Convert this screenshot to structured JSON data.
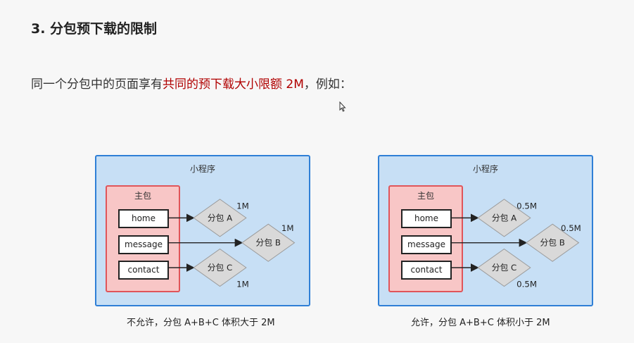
{
  "heading": "3. 分包预下载的限制",
  "sentence": {
    "prefix": "同一个分包中的页面享有",
    "highlight": "共同的预下载大小限额 2M",
    "suffix": "，例如："
  },
  "colors": {
    "highlight": "#b00000",
    "app_fill": "#c7dff5",
    "app_border": "#2f7fd6",
    "main_fill": "#f8c6c6",
    "main_border": "#e0555a",
    "subpkg_fill": "#d9d9d9"
  },
  "diagrams": [
    {
      "app_label": "小程序",
      "main_label": "主包",
      "pages": [
        "home",
        "message",
        "contact"
      ],
      "subpackages": [
        {
          "label": "分包 A",
          "size": "1M"
        },
        {
          "label": "分包 B",
          "size": "1M"
        },
        {
          "label": "分包 C",
          "size": "1M"
        }
      ],
      "caption": "不允许，分包 A+B+C 体积大于 2M"
    },
    {
      "app_label": "小程序",
      "main_label": "主包",
      "pages": [
        "home",
        "message",
        "contact"
      ],
      "subpackages": [
        {
          "label": "分包 A",
          "size": "0.5M"
        },
        {
          "label": "分包 B",
          "size": "0.5M"
        },
        {
          "label": "分包 C",
          "size": "0.5M"
        }
      ],
      "caption": "允许，分包 A+B+C 体积小于 2M"
    }
  ]
}
